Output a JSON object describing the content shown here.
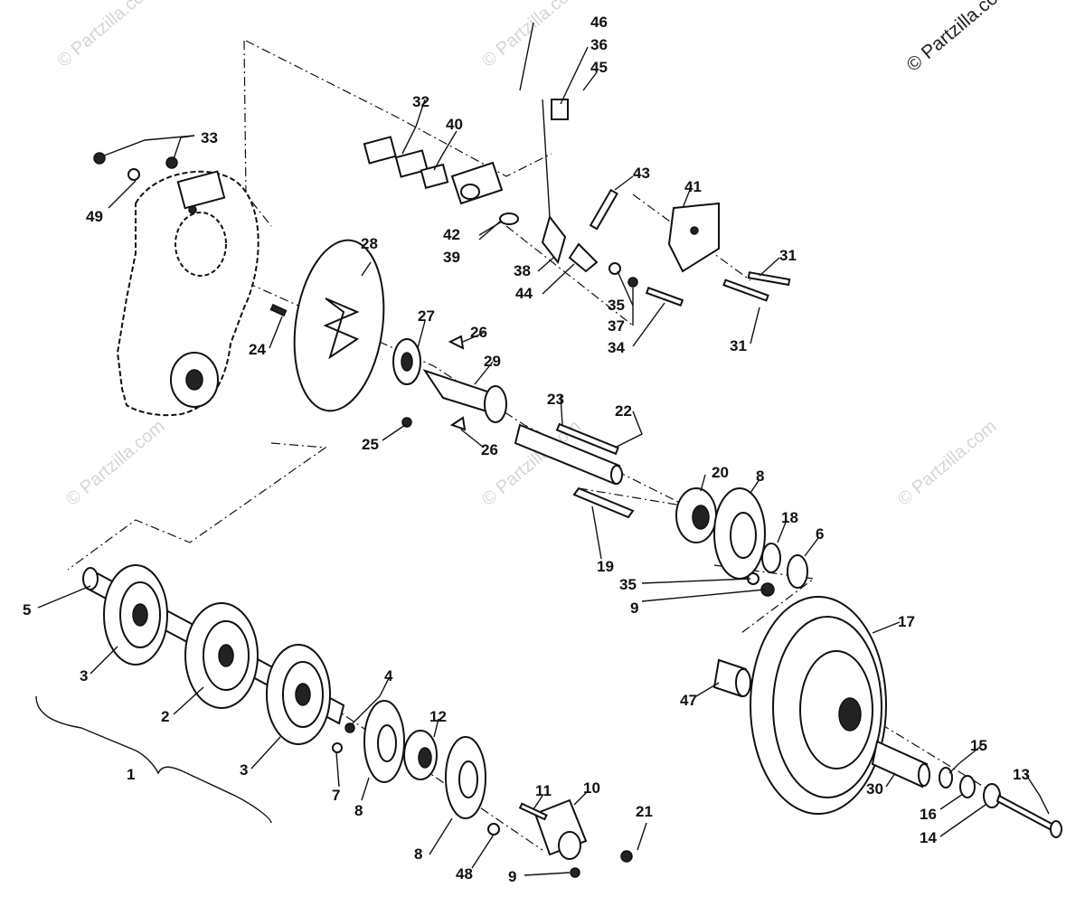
{
  "copyright": "© Partzilla.com",
  "watermark": "© Partzilla.com",
  "callouts": {
    "p1": "1",
    "p2": "2",
    "p3a": "3",
    "p3b": "3",
    "p4": "4",
    "p5": "5",
    "p6": "6",
    "p7": "7",
    "p8a": "8",
    "p8b": "8",
    "p8c": "8",
    "p9a": "9",
    "p9b": "9",
    "p10": "10",
    "p11": "11",
    "p12": "12",
    "p13": "13",
    "p14": "14",
    "p15": "15",
    "p16": "16",
    "p17": "17",
    "p18": "18",
    "p19": "19",
    "p20": "20",
    "p21": "21",
    "p22": "22",
    "p23": "23",
    "p24": "24",
    "p25": "25",
    "p26a": "26",
    "p26b": "26",
    "p27": "27",
    "p28": "28",
    "p29": "29",
    "p30": "30",
    "p31a": "31",
    "p31b": "31",
    "p32": "32",
    "p33": "33",
    "p34": "34",
    "p35a": "35",
    "p35b": "35",
    "p36": "36",
    "p37": "37",
    "p38": "38",
    "p39": "39",
    "p40": "40",
    "p41": "41",
    "p42": "42",
    "p43": "43",
    "p44": "44",
    "p45": "45",
    "p46": "46",
    "p47": "47",
    "p48": "48",
    "p49": "49"
  }
}
